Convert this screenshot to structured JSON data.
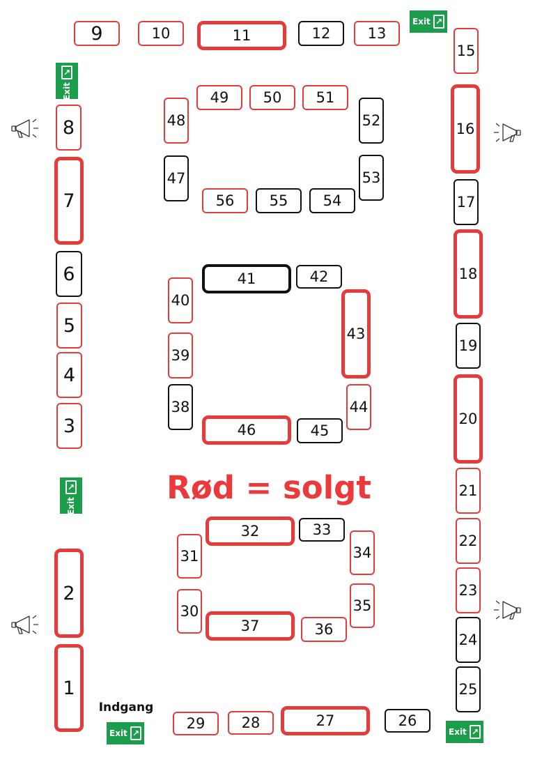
{
  "legend": {
    "text": "Rød = solgt",
    "color": "#ec3a3c"
  },
  "entrance_label": "Indgang",
  "exit_label": "Exit",
  "colors": {
    "sold": "#e63b3b",
    "available": "#111111",
    "exit_green": "#1b9d4b"
  },
  "booths": [
    {
      "number": "1",
      "status": "sold"
    },
    {
      "number": "2",
      "status": "sold"
    },
    {
      "number": "3",
      "status": "sold"
    },
    {
      "number": "4",
      "status": "sold"
    },
    {
      "number": "5",
      "status": "sold"
    },
    {
      "number": "6",
      "status": "available"
    },
    {
      "number": "7",
      "status": "sold"
    },
    {
      "number": "8",
      "status": "sold"
    },
    {
      "number": "9",
      "status": "sold"
    },
    {
      "number": "10",
      "status": "sold"
    },
    {
      "number": "11",
      "status": "sold"
    },
    {
      "number": "12",
      "status": "available"
    },
    {
      "number": "13",
      "status": "sold"
    },
    {
      "number": "15",
      "status": "sold"
    },
    {
      "number": "16",
      "status": "sold"
    },
    {
      "number": "17",
      "status": "available"
    },
    {
      "number": "18",
      "status": "sold"
    },
    {
      "number": "19",
      "status": "available"
    },
    {
      "number": "20",
      "status": "sold"
    },
    {
      "number": "21",
      "status": "sold"
    },
    {
      "number": "22",
      "status": "sold"
    },
    {
      "number": "23",
      "status": "sold"
    },
    {
      "number": "24",
      "status": "available"
    },
    {
      "number": "25",
      "status": "available"
    },
    {
      "number": "26",
      "status": "available"
    },
    {
      "number": "27",
      "status": "sold"
    },
    {
      "number": "28",
      "status": "sold"
    },
    {
      "number": "29",
      "status": "sold"
    },
    {
      "number": "30",
      "status": "sold"
    },
    {
      "number": "31",
      "status": "sold"
    },
    {
      "number": "32",
      "status": "sold"
    },
    {
      "number": "33",
      "status": "available"
    },
    {
      "number": "34",
      "status": "sold"
    },
    {
      "number": "35",
      "status": "sold"
    },
    {
      "number": "36",
      "status": "sold"
    },
    {
      "number": "37",
      "status": "sold"
    },
    {
      "number": "38",
      "status": "available"
    },
    {
      "number": "39",
      "status": "sold"
    },
    {
      "number": "40",
      "status": "sold"
    },
    {
      "number": "41",
      "status": "available"
    },
    {
      "number": "42",
      "status": "available"
    },
    {
      "number": "43",
      "status": "sold"
    },
    {
      "number": "44",
      "status": "sold"
    },
    {
      "number": "45",
      "status": "available"
    },
    {
      "number": "46",
      "status": "sold"
    },
    {
      "number": "47",
      "status": "available"
    },
    {
      "number": "48",
      "status": "sold"
    },
    {
      "number": "49",
      "status": "sold"
    },
    {
      "number": "50",
      "status": "sold"
    },
    {
      "number": "51",
      "status": "sold"
    },
    {
      "number": "52",
      "status": "available"
    },
    {
      "number": "53",
      "status": "available"
    },
    {
      "number": "54",
      "status": "available"
    },
    {
      "number": "55",
      "status": "available"
    },
    {
      "number": "56",
      "status": "sold"
    }
  ]
}
